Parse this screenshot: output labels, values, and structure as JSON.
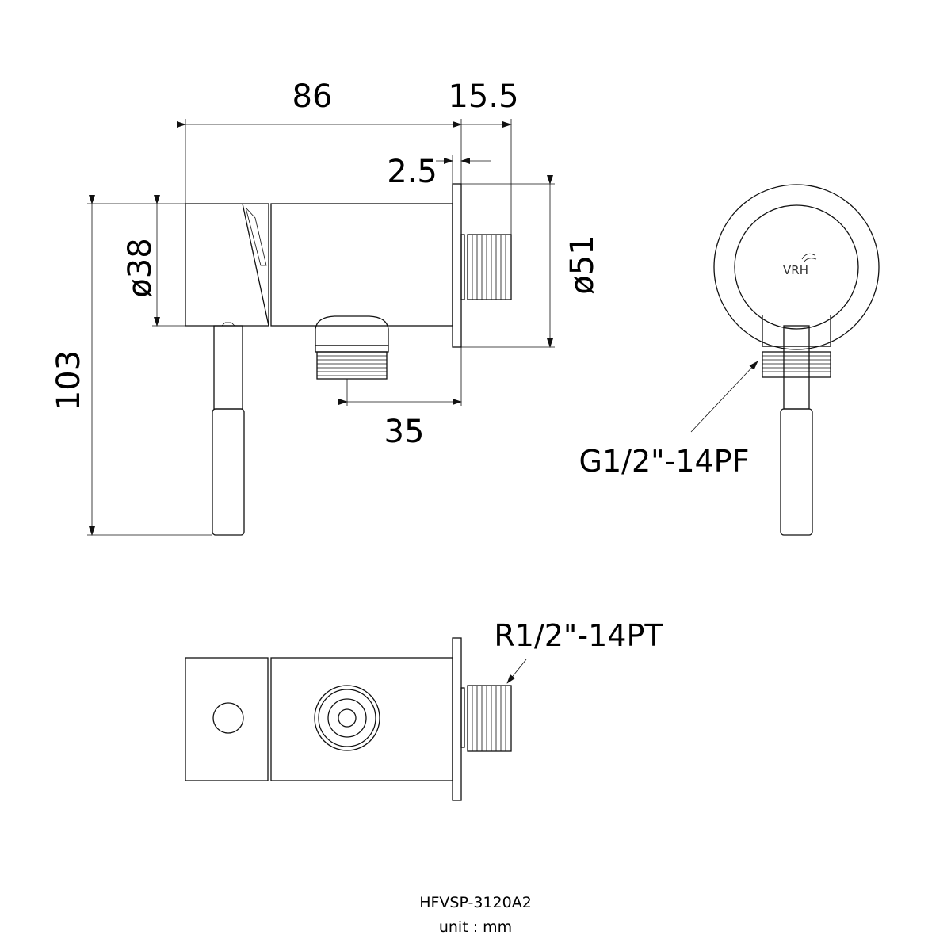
{
  "dimensions": {
    "width_86": "86",
    "flange_15_5": "15.5",
    "flange_2_5": "2.5",
    "dia_38": "ø38",
    "dia_51": "ø51",
    "height_103": "103",
    "outlet_35": "35"
  },
  "notes": {
    "thread_outlet": "G1/2\"-14PF",
    "thread_inlet": "R1/2\"-14PT"
  },
  "logo_text": "VRH",
  "footer": {
    "model": "HFVSP-3120A2",
    "unit": "unit : mm"
  }
}
